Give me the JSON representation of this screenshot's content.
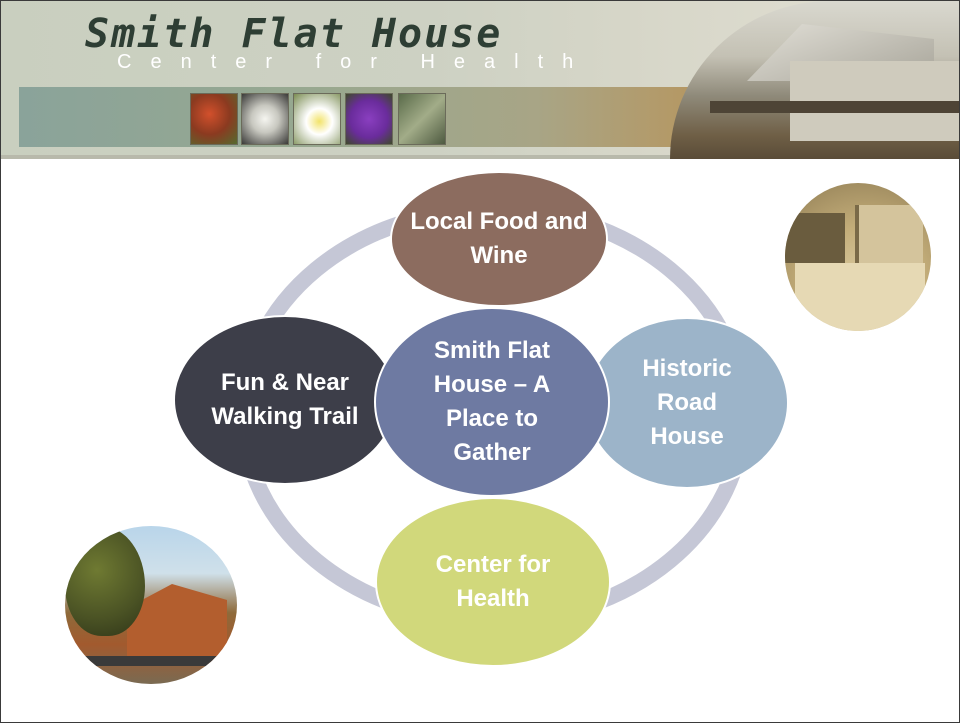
{
  "banner": {
    "title": "Smith Flat House",
    "subtitle": "Center for Health"
  },
  "diagram": {
    "center": "Smith Flat House – A Place to Gather",
    "nodes": {
      "top": "Local Food and Wine",
      "right": "Historic Road House",
      "bottom": "Center for Health",
      "left": "Fun & Near Walking Trail"
    },
    "colors": {
      "ring": "#c5c7d6",
      "center": "#6e7aa2",
      "top": "#8c6c5f",
      "right": "#9cb4c9",
      "bottom": "#d1d87b",
      "left": "#3d3e49"
    }
  }
}
